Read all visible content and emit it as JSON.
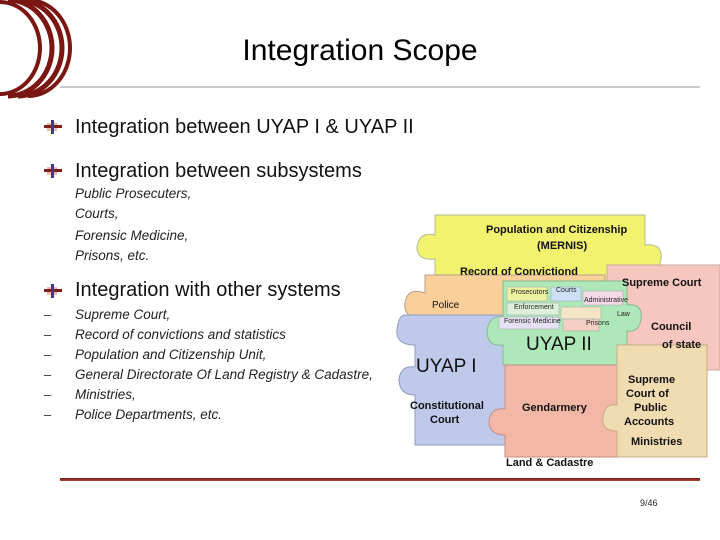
{
  "slide": {
    "title": "Integration Scope",
    "page_number": "9/46"
  },
  "bullets": [
    "Integration between UYAP I & UYAP II",
    "Integration between subsystems",
    "Integration with other systems"
  ],
  "subsystems": [
    "Public Prosecuters,",
    "Courts,",
    "Forensic Medicine,",
    "Prisons, etc."
  ],
  "other_systems": [
    "Supreme Court,",
    "Record of convictions and statistics",
    "Population and Citizenship Unit,",
    "General Directorate Of Land Registry & Cadastre,",
    "Ministries,",
    "Police Departments, etc."
  ],
  "puzzle": {
    "population": "Population and Citizenship",
    "mernis": "(MERNIS)",
    "record": "Record of Convictiond",
    "police": "Police",
    "uyap1": "UYAP I",
    "uyap2": "UYAP II",
    "constitutional_1": "Constitutional",
    "constitutional_2": "Court",
    "gendarmery": "Gendarmery",
    "land": "Land & Cadastre",
    "inner_prosecutors": "Prosecutors",
    "inner_courts": "Courts",
    "inner_administrative": "Administrative",
    "inner_enforcement": "Enforcement",
    "inner_law": "Law",
    "inner_forensic": "Forensic Medicine",
    "inner_prisons": "Prisons"
  },
  "side_labels": {
    "supreme_court": "Supreme Court",
    "council_1": "Council",
    "council_2": "of state",
    "accounts_1": "Supreme",
    "accounts_2": "Court of",
    "accounts_3": "Public",
    "accounts_4": "Accounts",
    "ministries": "Ministries"
  },
  "colors": {
    "title_arc": "#7a1712",
    "yellow_piece": "#f2f26e",
    "peach_piece": "#fbcf9a",
    "blue_piece": "#bfc9ea",
    "green_piece": "#aee8b9",
    "salmon_piece": "#f2b7a6",
    "tan_piece": "#f0dcb0",
    "pink_piece": "#f6c6bf"
  }
}
